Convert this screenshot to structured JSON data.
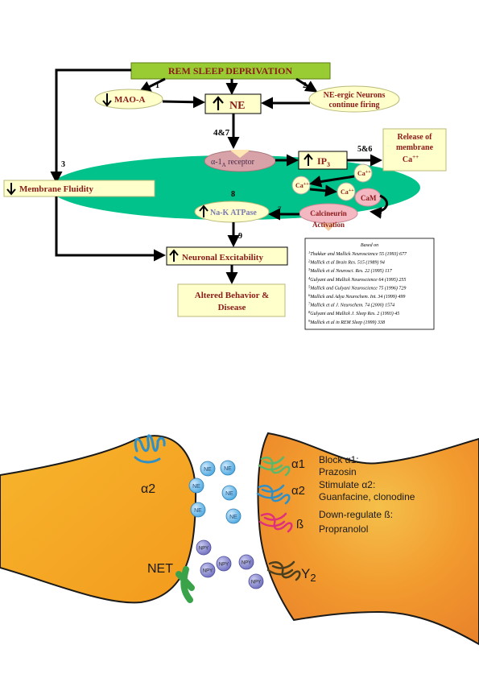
{
  "top": {
    "title": "REM SLEEP DEPRIVATION",
    "mao": "MAO-A",
    "ne": "NE",
    "neurons1": "NE-ergic Neurons",
    "neurons2": "continue firing",
    "receptor_pre": "α-1",
    "receptor_sub": "A",
    "receptor_post": " receptor",
    "ip": "IP",
    "ip_sub": "3",
    "release1": "Release of",
    "release2": "membrane",
    "release3": "Ca",
    "ca": "Ca",
    "plus": "++",
    "cam": "CaM",
    "calcineurin1": "Calcineurin",
    "calcineurin2": "Activation",
    "atpase": "Na-K ATPase",
    "fluidity": "Membrane Fluidity",
    "excitability": "Neuronal Excitability",
    "behavior1": "Altered Behavior &",
    "behavior2": "Disease",
    "n1": "1",
    "n2": "2",
    "n3": "3",
    "n47": "4&7",
    "n56": "5&6",
    "n7": "7",
    "n8": "8",
    "n9": "9",
    "refs_title": "Based on",
    "refs": [
      {
        "sup": "1",
        "text": "Thakkar and Mallick Neuroscience 55 (1993) 677"
      },
      {
        "sup": "2",
        "text": "Mallick et al Brain Res. 515 (1989) 94"
      },
      {
        "sup": "3",
        "text": "Mallick et al Neurosci. Res. 22 (1995) 117"
      },
      {
        "sup": "4",
        "text": "Gulyani and Mallick Neuroscience 64 (1995) 255"
      },
      {
        "sup": "5",
        "text": "Mallick and Gulyani Neuroscience 75 (1996) 729"
      },
      {
        "sup": "6",
        "text": "Mallick and Adya Neurochem. Int. 34 (1999) 499"
      },
      {
        "sup": "7",
        "text": "Mallick et al J. Neurochem. 74 (2000) 1574"
      },
      {
        "sup": "8",
        "text": "Gulyani and Mallick J. Sleep Res. 2 (1993) 45"
      },
      {
        "sup": "9",
        "text": "Mallick et al in REM Sleep (1999) 338"
      }
    ]
  },
  "bottom": {
    "a2_left": "α2",
    "net": "NET",
    "ne": "NE",
    "npy": "NPY",
    "a1": "α1",
    "a2": "α2",
    "beta": "ß",
    "y2": "Y",
    "y2_sub": "2",
    "block1": "Block α1:",
    "block2": "Prazosin",
    "stim1": "Stimulate α2:",
    "stim2": "Guanfacine, clonodine",
    "down1": "Down-regulate ß:",
    "down2": "Propranolol"
  },
  "colors": {
    "title_fill": "#99cc33",
    "box_fill": "#ffffcc",
    "cell_fill": "#00c28a",
    "text_red": "#8b1a1a",
    "terminal_orange": "#f5a623",
    "vesicle_blue": "#4aa8e0",
    "npy_purple": "#7b7bc9"
  }
}
